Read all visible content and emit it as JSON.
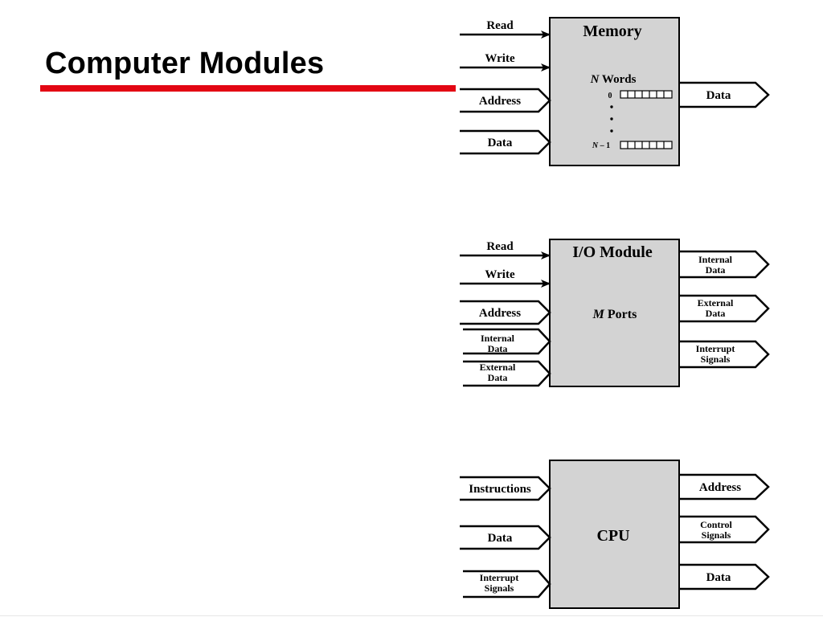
{
  "slide": {
    "title": "Computer Modules",
    "accent_color": "#e30613"
  },
  "memory": {
    "title": "Memory",
    "words_label": "N Words",
    "words_var": "N",
    "words_word": "Words",
    "row_first": "0",
    "row_last_var": "N",
    "row_last_suffix": "– 1",
    "inputs": [
      "Read",
      "Write",
      "Address",
      "Data"
    ],
    "output": "Data"
  },
  "io_module": {
    "title": "I/O Module",
    "ports_var": "M",
    "ports_word": "Ports",
    "inputs": [
      "Read",
      "Write",
      "Address",
      [
        "Internal",
        "Data"
      ],
      [
        "External",
        "Data"
      ]
    ],
    "outputs": [
      [
        "Internal",
        "Data"
      ],
      [
        "External",
        "Data"
      ],
      [
        "Interrupt",
        "Signals"
      ]
    ]
  },
  "cpu": {
    "title": "CPU",
    "inputs": [
      "Instructions",
      "Data",
      [
        "Interrupt",
        "Signals"
      ]
    ],
    "outputs": [
      "Address",
      [
        "Control",
        "Signals"
      ],
      "Data"
    ]
  },
  "box_fill": "#d3d3d3"
}
